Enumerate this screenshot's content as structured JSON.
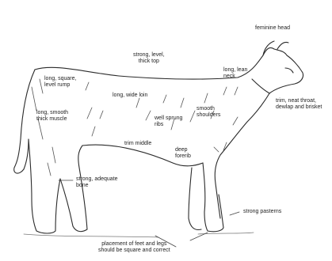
{
  "labels": {
    "feminine_head": "feminine head",
    "thick_top": "strong, level,\nthick top",
    "lean_neck": "long, lean\nneck",
    "trim_throat": "trim, neat throat,\ndewlap and brisket",
    "level_rump": "long, square,\nlevel rump",
    "wide_loin": "long, wide loin",
    "smooth_shoulders": "smooth\nshoulders",
    "thick_muscle": "long, smooth\nthick muscle",
    "sprung_ribs": "well sprung\nribs",
    "trim_middle": "trim middle",
    "deep_forerib": "deep\nforerib",
    "adequate_bone": "strong, adequate\nbone",
    "strong_pasterns": "strong pasterns",
    "feet_and_legs": "placement of feet and legs\nshould be square and correct"
  },
  "colors": {
    "ink": "#2a2a2a",
    "text": "#222222"
  }
}
